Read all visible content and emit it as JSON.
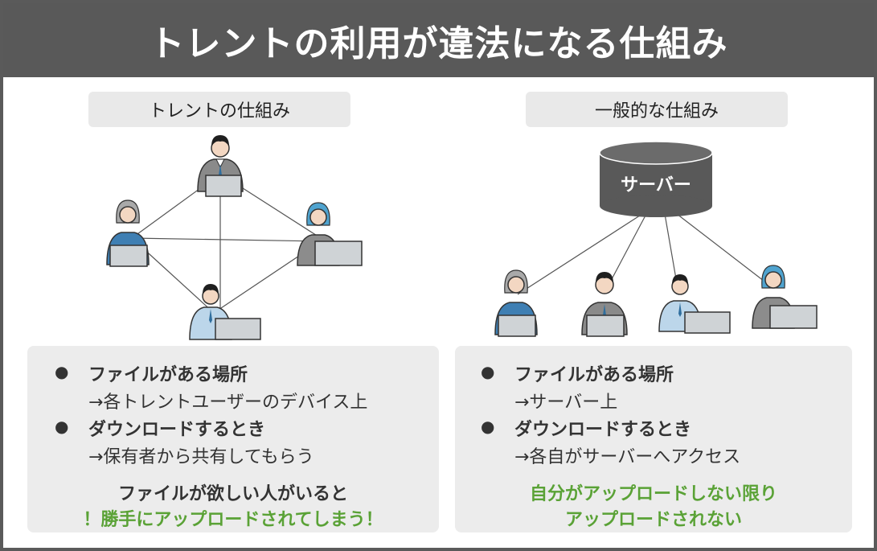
{
  "title": "トレントの利用が違法になる仕組み",
  "left": {
    "label": "トレントの仕組み",
    "bullets": [
      {
        "head": "ファイルがある場所",
        "sub": "→各トレントユーザーのデバイス上"
      },
      {
        "head": "ダウンロードするとき",
        "sub": "→保有者から共有してもらう"
      }
    ],
    "conclusion_line1": "ファイルが欲しい人がいると",
    "conclusion_line2": "！勝手にアップロードされてしまう！"
  },
  "right": {
    "label": "一般的な仕組み",
    "server_label": "サーバー",
    "bullets": [
      {
        "head": "ファイルがある場所",
        "sub": "→サーバー上"
      },
      {
        "head": "ダウンロードするとき",
        "sub": "→各自がサーバーへアクセス"
      }
    ],
    "conclusion_line1": "自分がアップロードしない限り",
    "conclusion_line2": "アップロードされない"
  },
  "colors": {
    "title_bg": "#595959",
    "accent_green": "#5aa236",
    "panel_bg": "#ececec",
    "server": "#595959"
  }
}
